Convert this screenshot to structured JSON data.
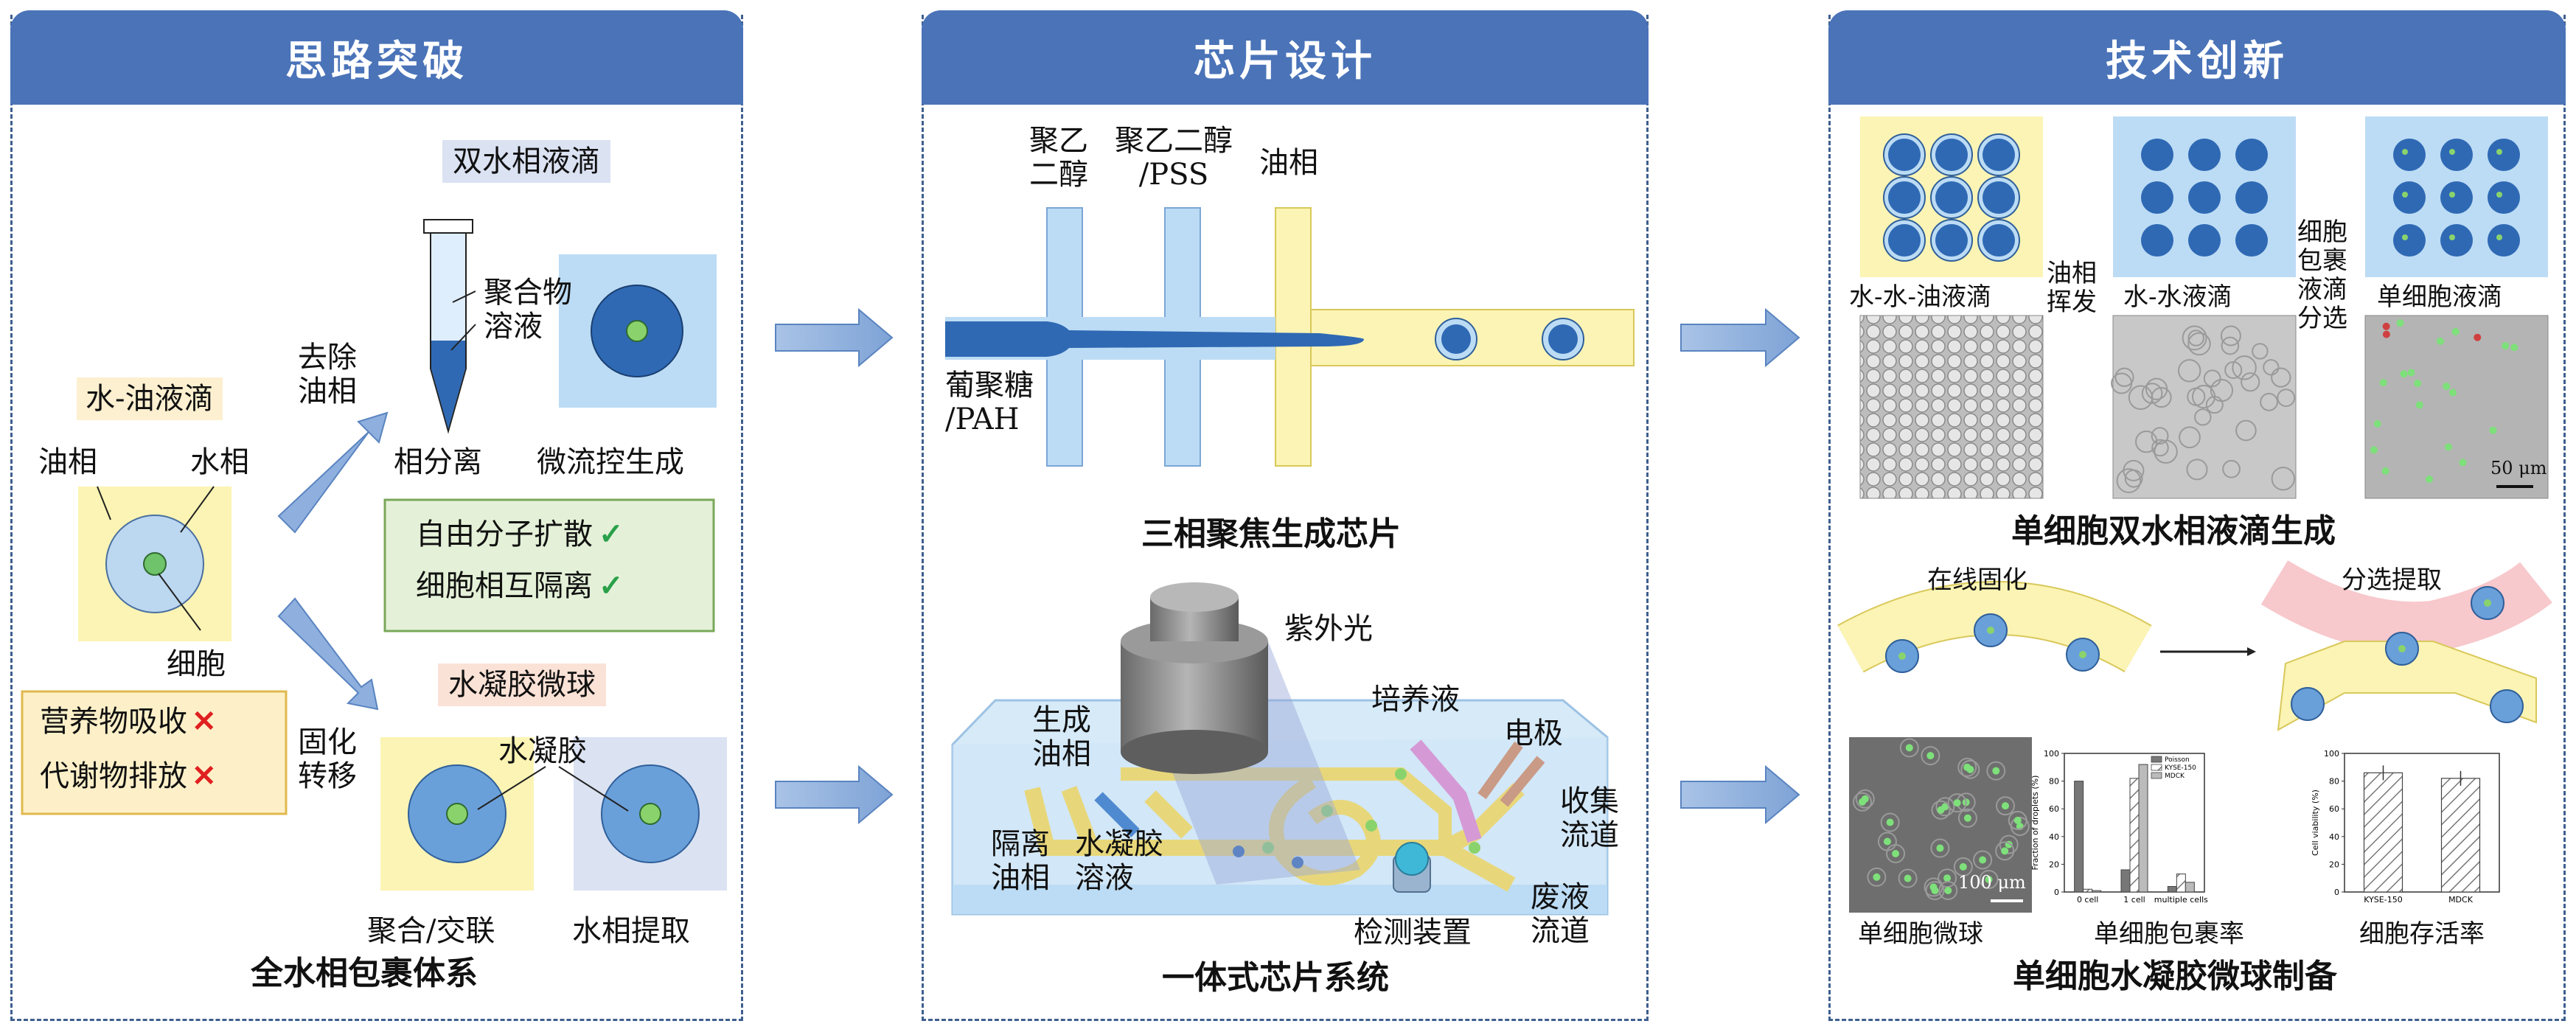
{
  "panels": {
    "left": {
      "title": "思路突破",
      "oil_water_label": "水-油液滴",
      "oil_phase": "油相",
      "water_phase": "水相",
      "cell": "细胞",
      "remove_oil": "去除\n油相",
      "dual_water_label": "双水相液滴",
      "polymer_solution": "聚合物\n溶液",
      "phase_separation": "相分离",
      "microfluidic_gen": "微流控生成",
      "pros": [
        "自由分子扩散",
        "细胞相互隔离"
      ],
      "cons": [
        "营养物吸收",
        "代谢物排放"
      ],
      "check_mark": "✓",
      "cross_mark": "✕",
      "hydrogel_label": "水凝胶微球",
      "solidify_transfer": "固化\n转移",
      "hydrogel": "水凝胶",
      "merge_crosslink": "聚合/交联",
      "water_extract": "水相提取",
      "caption": "全水相包裹体系"
    },
    "middle": {
      "title": "芯片设计",
      "peg1": "聚乙\n二醇",
      "peg_pss": "聚乙二醇\n/PSS",
      "oil": "油相",
      "dextran": "葡聚糖\n/PAH",
      "chip1_caption": "三相聚焦生成芯片",
      "uv": "紫外光",
      "gen_oil": "生成\n油相",
      "culture": "培养液",
      "electrode": "电极",
      "collect": "收集\n流道",
      "isolate_oil": "隔离\n油相",
      "hydrogel_solution": "水凝胶\n溶液",
      "detector": "检测装置",
      "waste": "废液\n流道",
      "chip2_caption": "一体式芯片系统"
    },
    "right": {
      "title": "技术创新",
      "wwo": "水-水-油液滴",
      "oil_evap": "油相\n挥发",
      "ww": "水-水液滴",
      "encap_sort": "细胞\n包裹\n液滴\n分选",
      "single_cell_drop": "单细胞液滴",
      "scale": "50 μm",
      "caption1": "单细胞双水相液滴生成",
      "inline_fix": "在线固化",
      "sort_extract": "分选提取",
      "scale2": "100 μm",
      "micro_label": "单细胞微球",
      "encap_rate": "单细胞包裹率",
      "viability_label": "细胞存活率",
      "caption2": "单细胞水凝胶微球制备"
    }
  },
  "chart_data": [
    {
      "type": "bar",
      "title": "单细胞包裹率",
      "ylabel": "Fraction of droplets (%)",
      "ylim": [
        0,
        100
      ],
      "yticks": [
        0,
        20,
        40,
        60,
        80,
        100
      ],
      "categories": [
        "0 cell",
        "1 cell",
        "multiple cells"
      ],
      "series": [
        {
          "name": "Poisson",
          "values": [
            80,
            16,
            4
          ]
        },
        {
          "name": "KYSE-150",
          "values": [
            2,
            82,
            13
          ]
        },
        {
          "name": "MDCK",
          "values": [
            1,
            92,
            7
          ]
        }
      ]
    },
    {
      "type": "bar",
      "title": "细胞存活率",
      "ylabel": "Cell viability (%)",
      "ylim": [
        0,
        100
      ],
      "yticks": [
        0,
        20,
        40,
        60,
        80,
        100
      ],
      "categories": [
        "KYSE-150",
        "MDCK"
      ],
      "values": [
        86,
        82
      ]
    }
  ]
}
